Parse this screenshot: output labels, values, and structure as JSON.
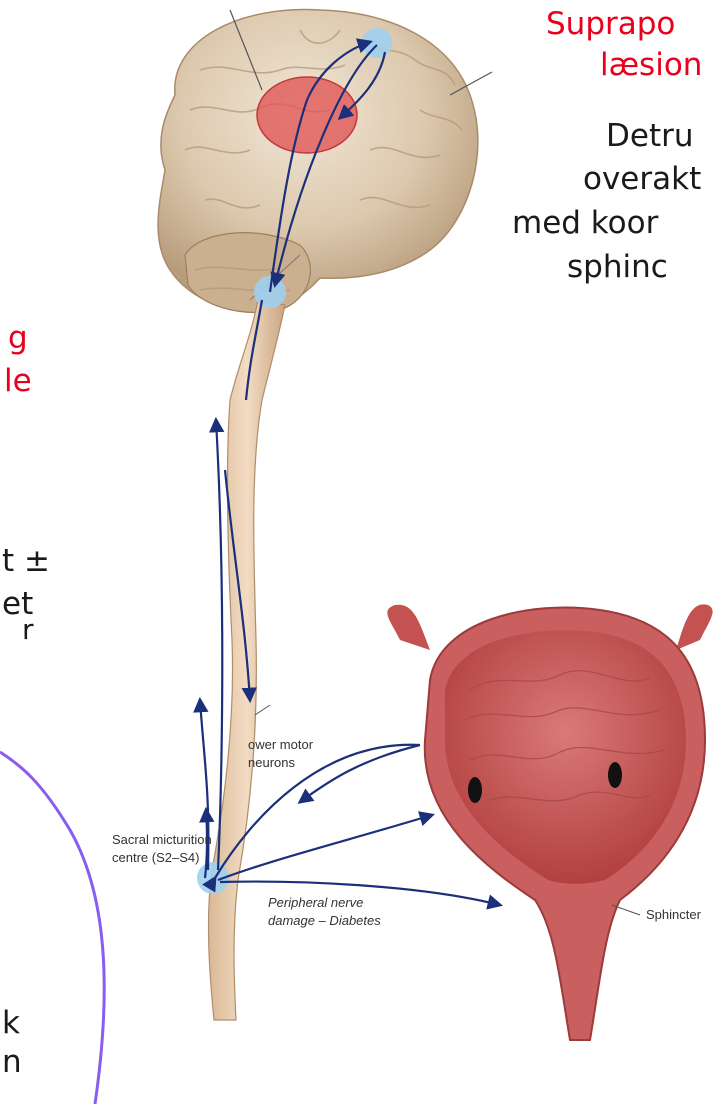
{
  "top_right_caption": {
    "line1": "Suprapo",
    "line2": "læsion",
    "line3": "Detru",
    "line4": "overakt",
    "line5": "med koor",
    "line6": "sphinc"
  },
  "left_fragments": {
    "red_g": "g",
    "red_le": "le",
    "plusminus": "t ±",
    "et": "et",
    "tick": "r",
    "k": "k",
    "n": "n"
  },
  "diagram_labels": {
    "lower_motor_line1": "ower motor",
    "lower_motor_line2": "neurons",
    "sacral_line1": "Sacral micturition",
    "sacral_line2": "centre (S2–S4)",
    "peripheral_line1": "Peripheral nerve",
    "peripheral_line2": "damage – Diabetes",
    "sphincter": "Sphincter"
  },
  "colors": {
    "accent_red": "#e8001c",
    "arrow_blue": "#1c2f7a",
    "highlight_purple": "#8a5cf0",
    "lesion_red": "#e05555",
    "node_blue": "#9fd0f0"
  }
}
